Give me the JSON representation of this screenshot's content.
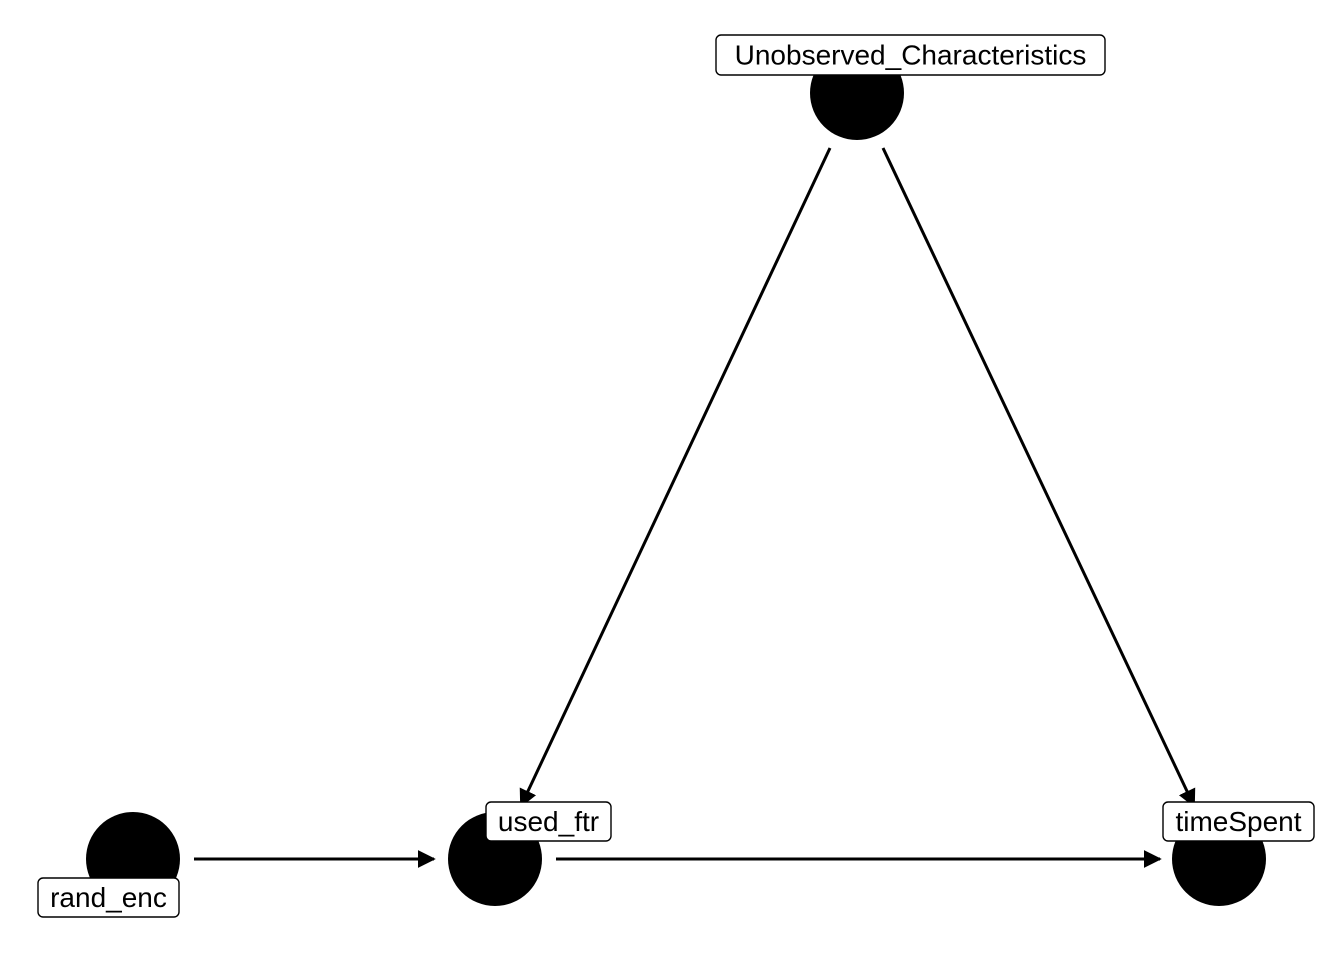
{
  "diagram": {
    "type": "directed-acyclic-graph",
    "node_color": "#000000",
    "edge_color": "#000000",
    "label_background": "#ffffff",
    "nodes": [
      {
        "id": "unobserved",
        "label": "Unobserved_Characteristics"
      },
      {
        "id": "rand_enc",
        "label": "rand_enc"
      },
      {
        "id": "used_ftr",
        "label": "used_ftr"
      },
      {
        "id": "timeSpent",
        "label": "timeSpent"
      }
    ],
    "edges": [
      {
        "from": "rand_enc",
        "to": "used_ftr"
      },
      {
        "from": "used_ftr",
        "to": "timeSpent"
      },
      {
        "from": "unobserved",
        "to": "used_ftr"
      },
      {
        "from": "unobserved",
        "to": "timeSpent"
      }
    ]
  }
}
